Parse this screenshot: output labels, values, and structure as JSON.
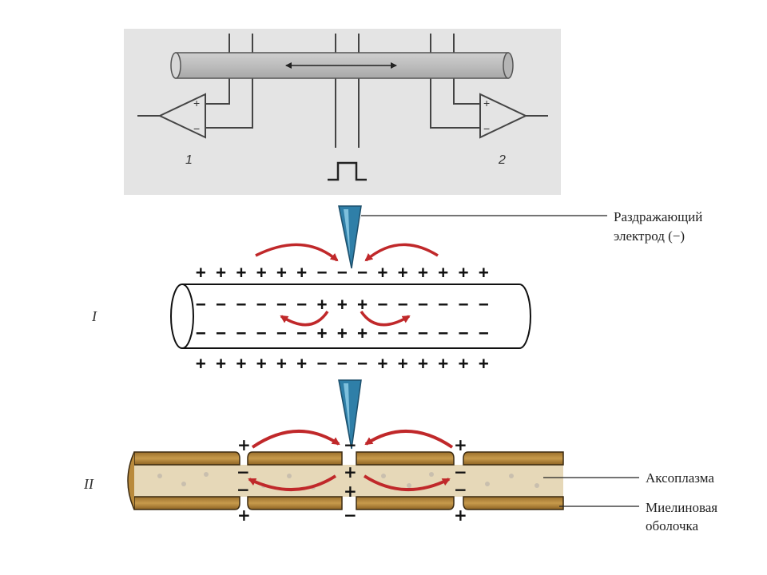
{
  "panel_top": {
    "amp1_label": "1",
    "amp2_label": "2",
    "amp_plus": "+",
    "amp_minus": "−"
  },
  "electrode_label_line1": "Раздражающий",
  "electrode_label_line2": "электрод (−)",
  "roman_I": "I",
  "roman_II": "II",
  "fiber_I": {
    "top_outer": "+ + + + + + − − − + + + + + +",
    "top_inner": "− − − − − − + + + − − − − − −",
    "bottom_inner": "− − − − − − + + + − − − − − −",
    "bottom_outer": "+ + + + + + − − − + + + + + +"
  },
  "axoplasm_label": "Аксоплазма",
  "myelin_label_line1": "Миелиновая",
  "myelin_label_line2": "оболочка",
  "plus": "+",
  "minus": "−",
  "colors": {
    "arrow_red": "#c0282a",
    "electrode_blue": "#2f7fa8",
    "myelin_brown": "#b98a3c",
    "axoplasm": "#e6d8b8",
    "panel_gray": "#e4e4e4"
  }
}
